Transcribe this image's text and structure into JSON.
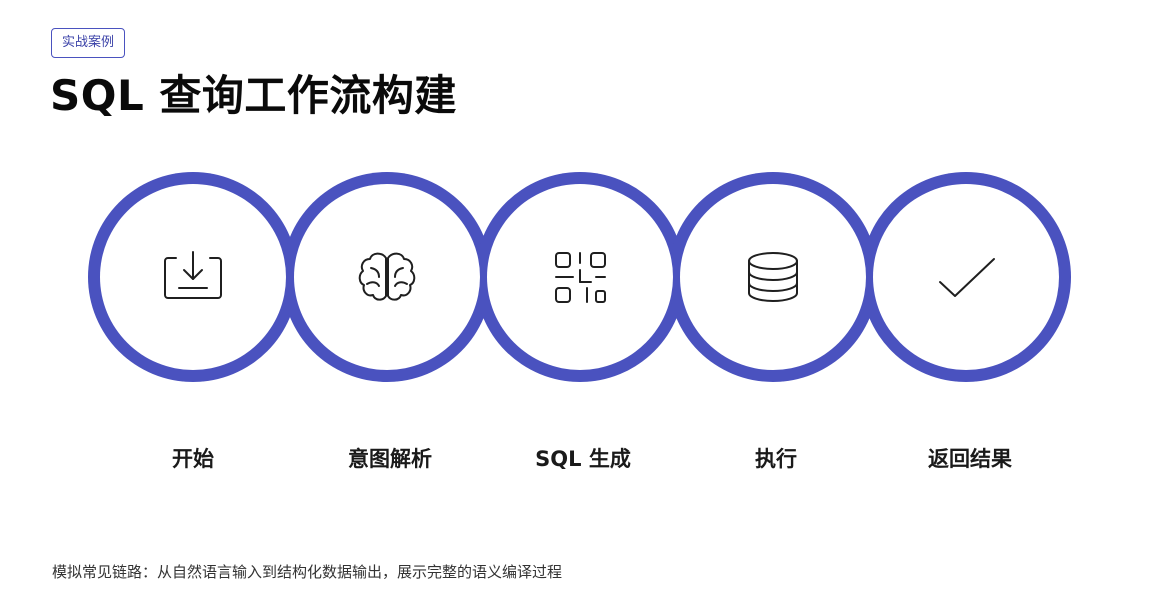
{
  "tag": "实战案例",
  "title": "SQL 查询工作流构建",
  "steps": [
    {
      "label": "开始",
      "icon": "download-tray-icon"
    },
    {
      "label": "意图解析",
      "icon": "brain-icon"
    },
    {
      "label": "SQL 生成",
      "icon": "qr-code-icon"
    },
    {
      "label": "执行",
      "icon": "database-icon"
    },
    {
      "label": "返回结果",
      "icon": "checkmark-icon"
    }
  ],
  "caption": "模拟常见链路：从自然语言输入到结构化数据输出，展示完整的语义编译过程",
  "colors": {
    "accent": "#4a52bf",
    "icon_stroke": "#1f1f1f",
    "text": "#111111"
  }
}
